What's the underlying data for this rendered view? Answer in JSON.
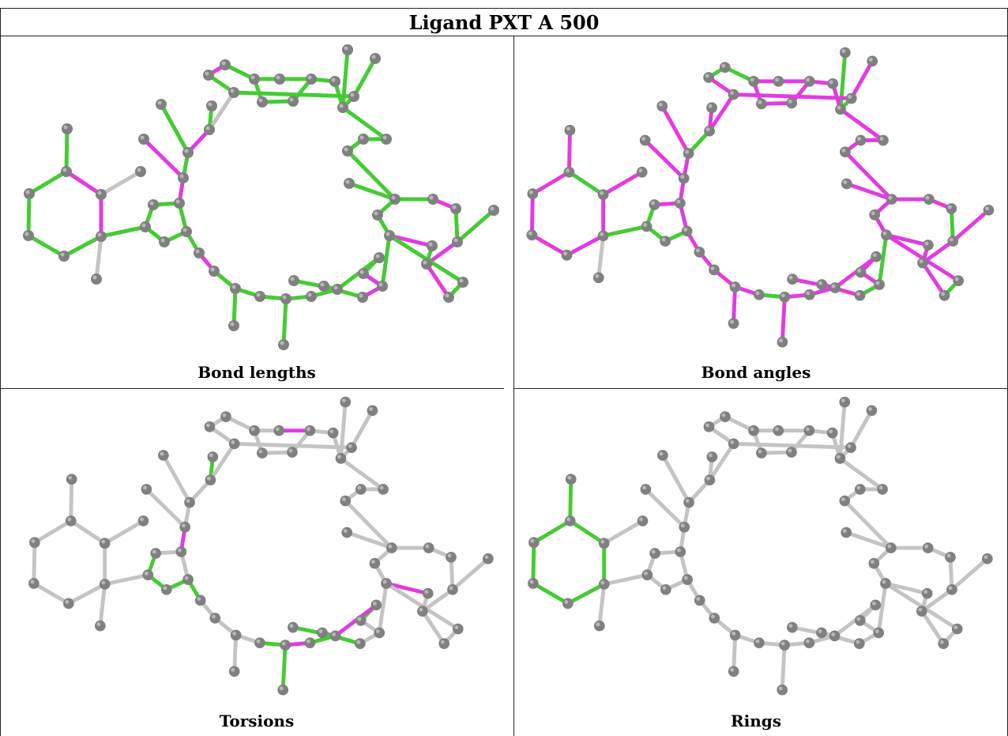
{
  "title": "Ligand PXT A 500",
  "panels": [
    {
      "caption": "Bond lengths"
    },
    {
      "caption": "Bond angles"
    },
    {
      "caption": "Torsions"
    },
    {
      "caption": "Rings"
    }
  ],
  "colors": {
    "green": "#44cc33",
    "magenta": "#e23be2",
    "gray_bond": "#c4c4c4",
    "atom": "#808080",
    "atom_highlight": "#b8b8b8"
  }
}
